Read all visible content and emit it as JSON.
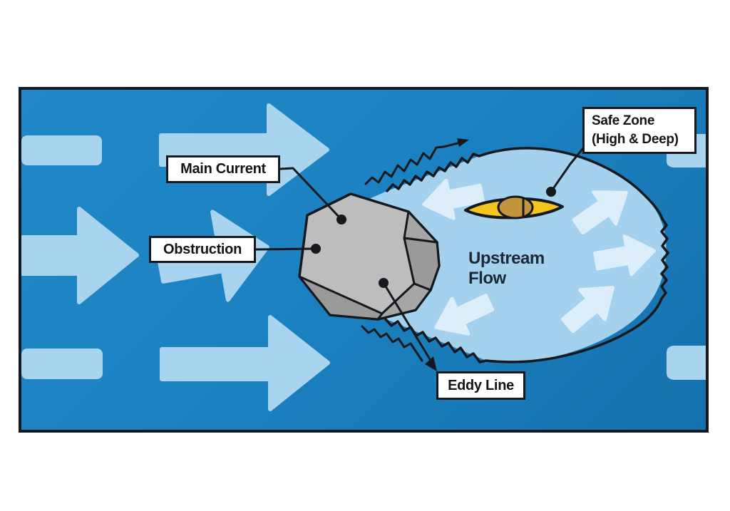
{
  "figure": {
    "title": "river eddy diagram",
    "labels": {
      "main_current": "Main Current",
      "obstruction": "Obstruction",
      "safe_zone_line1": "Safe Zone",
      "safe_zone_line2": "(High & Deep)",
      "eddy_line": "Eddy Line"
    },
    "annotations": {
      "upstream_flow_line1": "Upstream",
      "upstream_flow_line2": "Flow"
    },
    "icons": {
      "current_arrows": "flow-arrow-icon",
      "eddy_arrows": "eddy-circulation-arrow-icon",
      "rock": "rock-obstruction-icon",
      "kayak": "kayak-icon",
      "eddy_line_marks": "zigzag-eddy-line-icon"
    },
    "colors": {
      "river": "#1b80c0",
      "river_light_edge": "#2189c8",
      "river_deep": "#1571ac",
      "current_arrow": "#a8d4ef",
      "eddy_water": "#a4d2ee",
      "eddy_arrow": "#dbeefa",
      "rock_light": "#bdbdbd",
      "rock_mid": "#a6a6a6",
      "rock_dark": "#9a9a9a",
      "kayak": "#f3c51d",
      "kayak_cockpit": "#c2943c",
      "ink": "#15181c",
      "label_bg": "#ffffff",
      "label_text": "#141414",
      "canvas": "#ffffff"
    }
  }
}
